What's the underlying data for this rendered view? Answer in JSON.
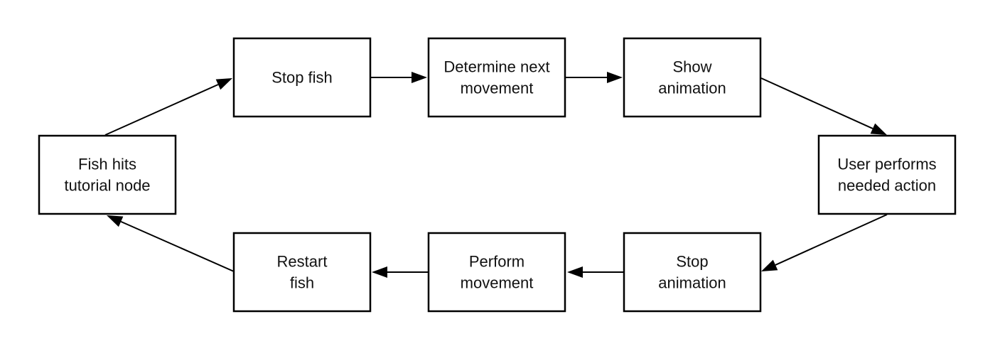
{
  "diagram": {
    "type": "cycle-flowchart",
    "nodes": [
      {
        "id": "fish_hits",
        "lines": [
          "Fish hits",
          "tutorial node"
        ]
      },
      {
        "id": "stop_fish",
        "lines": [
          "Stop fish"
        ]
      },
      {
        "id": "determine",
        "lines": [
          "Determine next",
          "movement"
        ]
      },
      {
        "id": "show_anim",
        "lines": [
          "Show",
          "animation"
        ]
      },
      {
        "id": "user_action",
        "lines": [
          "User performs",
          "needed action"
        ]
      },
      {
        "id": "stop_anim",
        "lines": [
          "Stop",
          "animation"
        ]
      },
      {
        "id": "perform",
        "lines": [
          "Perform",
          "movement"
        ]
      },
      {
        "id": "restart",
        "lines": [
          "Restart",
          "fish"
        ]
      }
    ],
    "edges": [
      {
        "from": "fish_hits",
        "to": "stop_fish"
      },
      {
        "from": "stop_fish",
        "to": "determine"
      },
      {
        "from": "determine",
        "to": "show_anim"
      },
      {
        "from": "show_anim",
        "to": "user_action"
      },
      {
        "from": "user_action",
        "to": "stop_anim"
      },
      {
        "from": "stop_anim",
        "to": "perform"
      },
      {
        "from": "perform",
        "to": "restart"
      },
      {
        "from": "restart",
        "to": "fish_hits"
      }
    ],
    "colors": {
      "stroke": "#000000",
      "fill": "#ffffff",
      "text": "#111111"
    }
  }
}
